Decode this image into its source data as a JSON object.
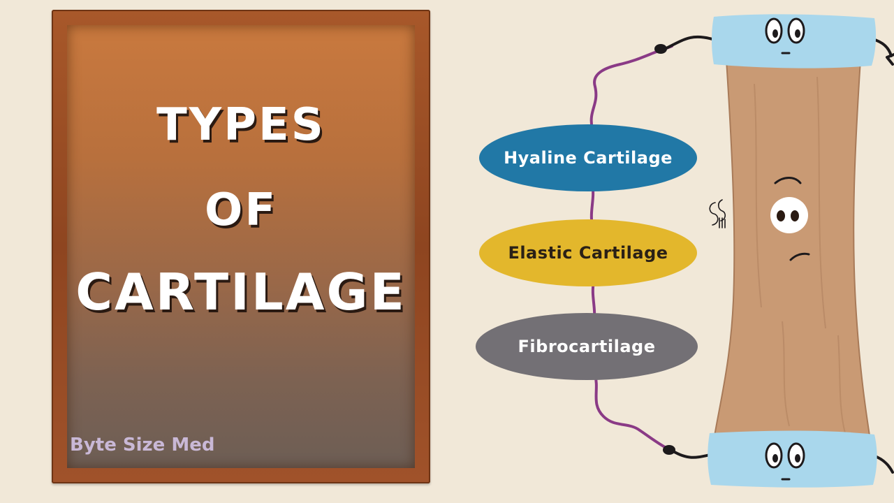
{
  "title": {
    "line1": "TYPES",
    "line2": "OF",
    "line3": "CARTILAGE"
  },
  "watermark": "Byte Size Med",
  "types": {
    "hyaline": "Hyaline Cartilage",
    "elastic": "Elastic Cartilage",
    "fibro": "Fibrocartilage"
  },
  "colors": {
    "background": "#f1e8d8",
    "hyaline": "#2178a6",
    "elastic": "#e3b72c",
    "fibro": "#737075",
    "connector": "#8a3a86",
    "bone_shaft": "#c99a74",
    "bone_cap": "#a9d7ec"
  },
  "icons": {
    "signature": "signature-mark",
    "character": "bone-cartoon-character"
  }
}
